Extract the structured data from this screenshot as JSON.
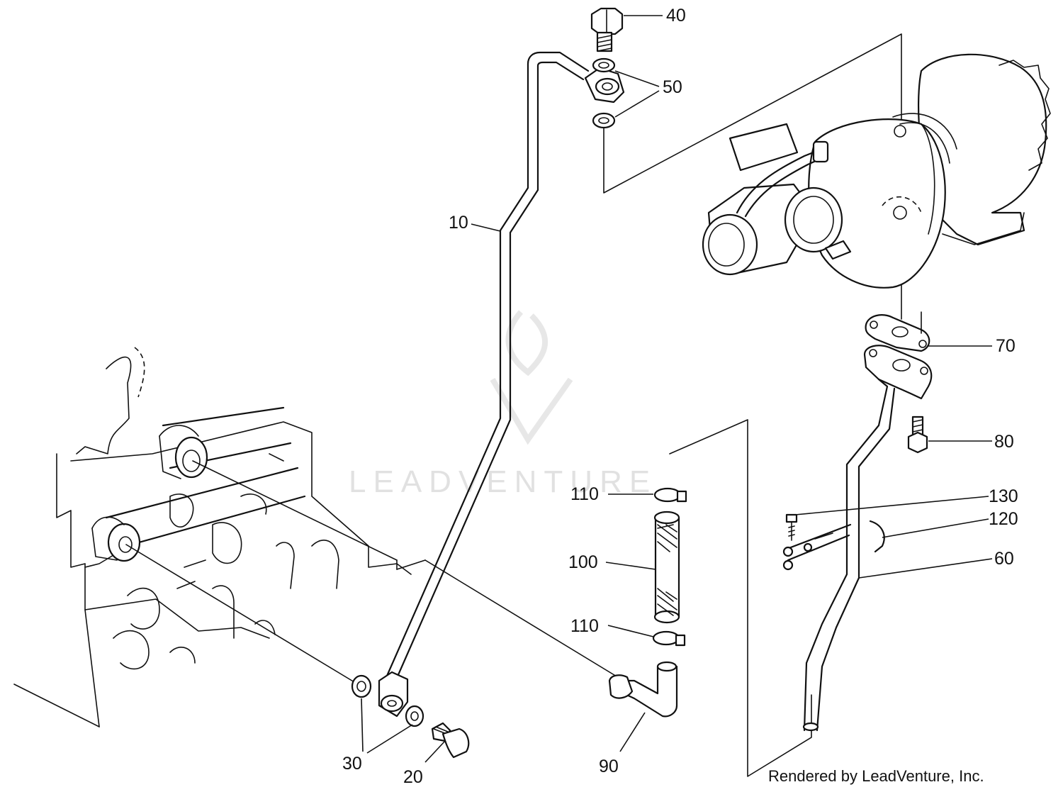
{
  "callouts": {
    "c10": "10",
    "c20": "20",
    "c30": "30",
    "c40": "40",
    "c50": "50",
    "c60": "60",
    "c70": "70",
    "c80": "80",
    "c90": "90",
    "c100": "100",
    "c110_top": "110",
    "c110_bottom": "110",
    "c120": "120",
    "c130": "130"
  },
  "watermark": {
    "text": "LEADVENTURE"
  },
  "credit": "Rendered by LeadVenture, Inc."
}
